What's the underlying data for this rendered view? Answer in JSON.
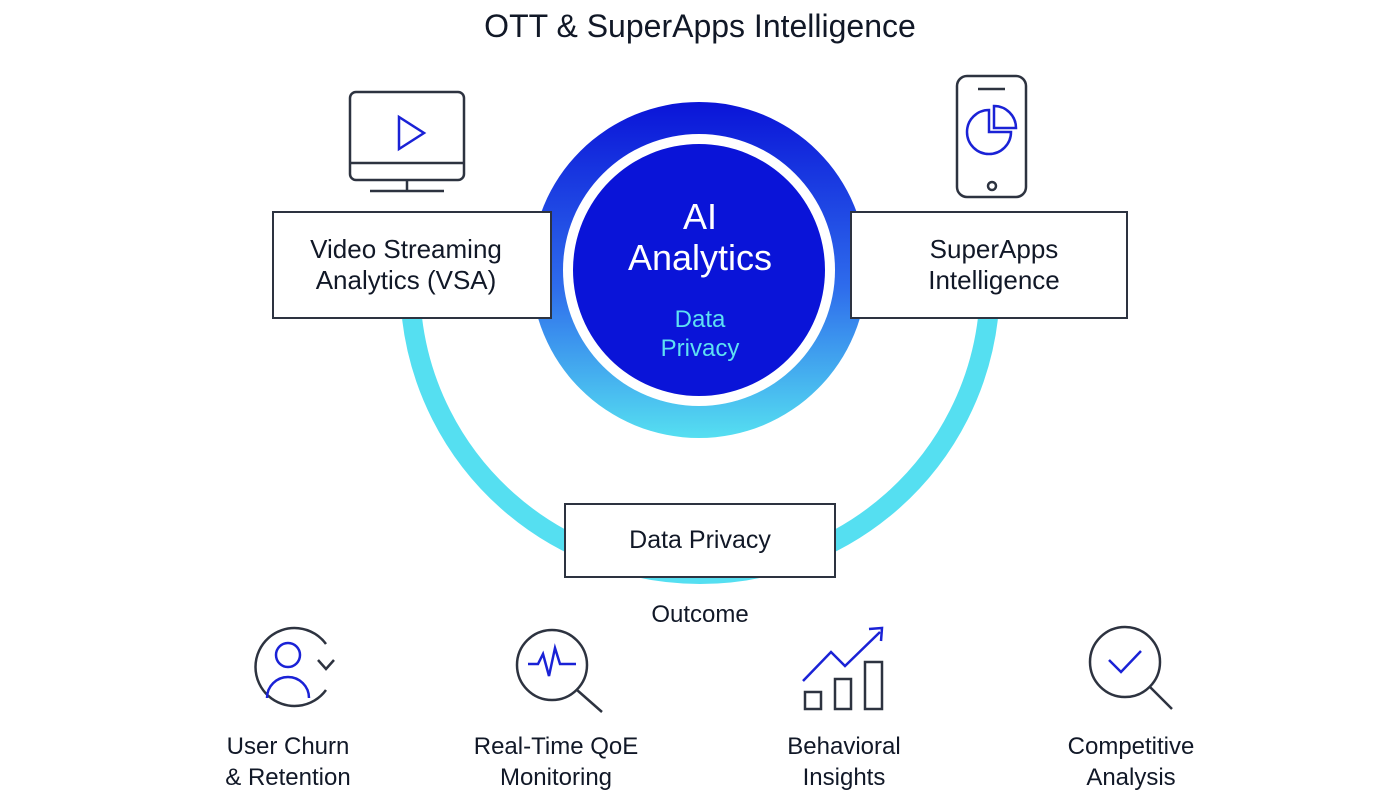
{
  "title": "OTT & SuperApps Intelligence",
  "left_box": "Video Streaming\nAnalytics (VSA)",
  "right_box": "SuperApps\nIntelligence",
  "center": {
    "title": "AI\nAnalytics",
    "subtitle": "Data\nPrivacy"
  },
  "bottom_box": "Data Privacy",
  "outcome_label": "Outcome",
  "outcomes": [
    {
      "label": "User Churn\n& Retention",
      "icon": "user-churn-icon"
    },
    {
      "label": "Real-Time QoE\nMonitoring",
      "icon": "magnifier-pulse-icon"
    },
    {
      "label": "Behavioral\nInsights",
      "icon": "bar-chart-trend-icon"
    },
    {
      "label": "Competitive\nAnalysis",
      "icon": "magnifier-check-icon"
    }
  ],
  "colors": {
    "deep_blue": "#0a14d8",
    "cyan": "#55dff1",
    "dark_line": "#2d3340",
    "accent_blue": "#1a22d6"
  }
}
